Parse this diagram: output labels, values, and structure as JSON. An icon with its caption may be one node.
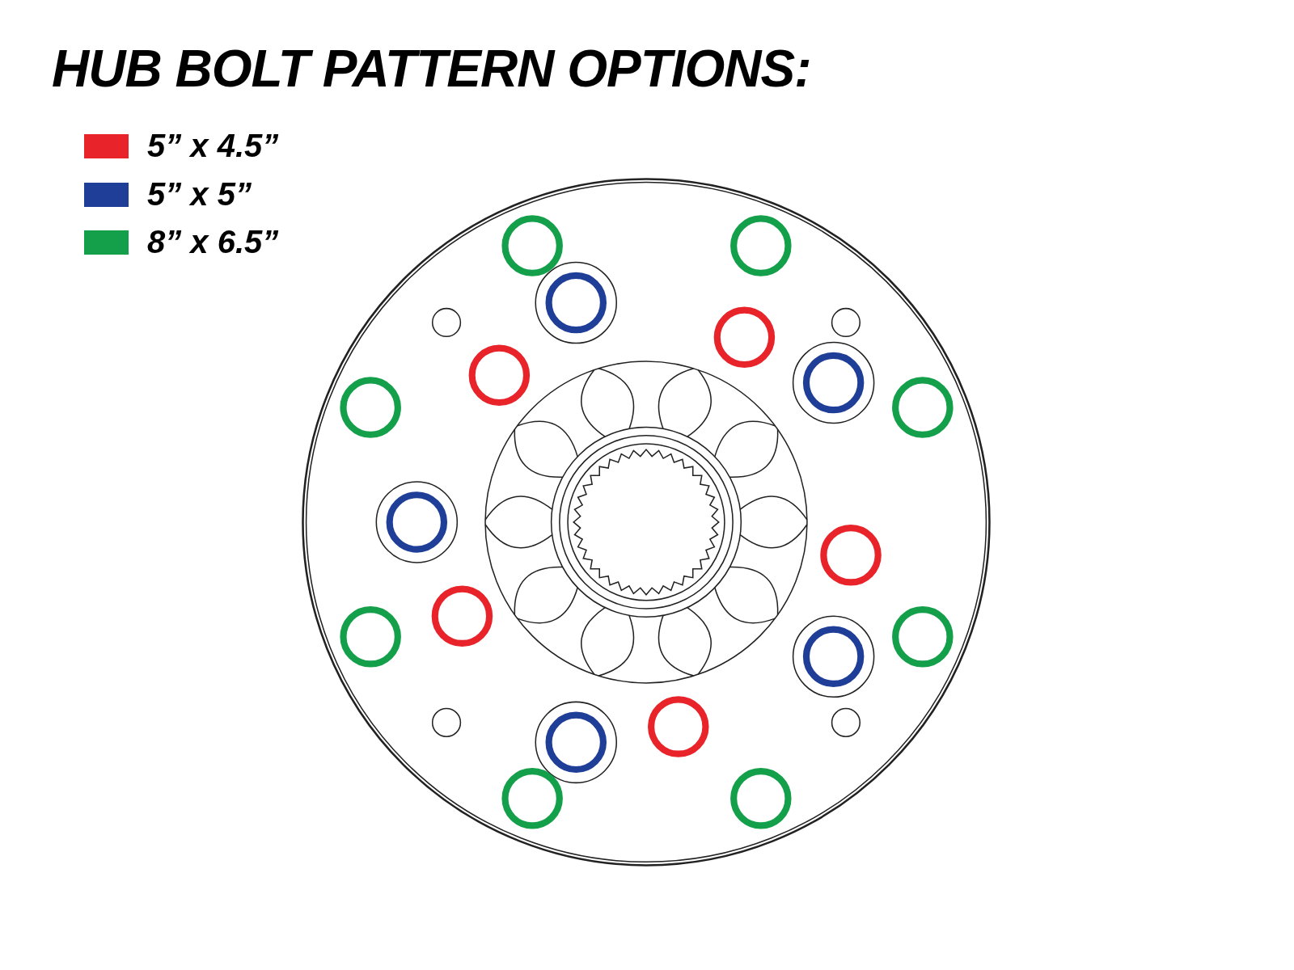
{
  "diagram": {
    "title": "HUB BOLT PATTERN OPTIONS:",
    "legend": [
      {
        "text": "5” x 4.5”",
        "color": "#e8232a"
      },
      {
        "text": "5” x 5”",
        "color": "#1f3e98"
      },
      {
        "text": "8” x 6.5”",
        "color": "#14a04a"
      }
    ]
  }
}
